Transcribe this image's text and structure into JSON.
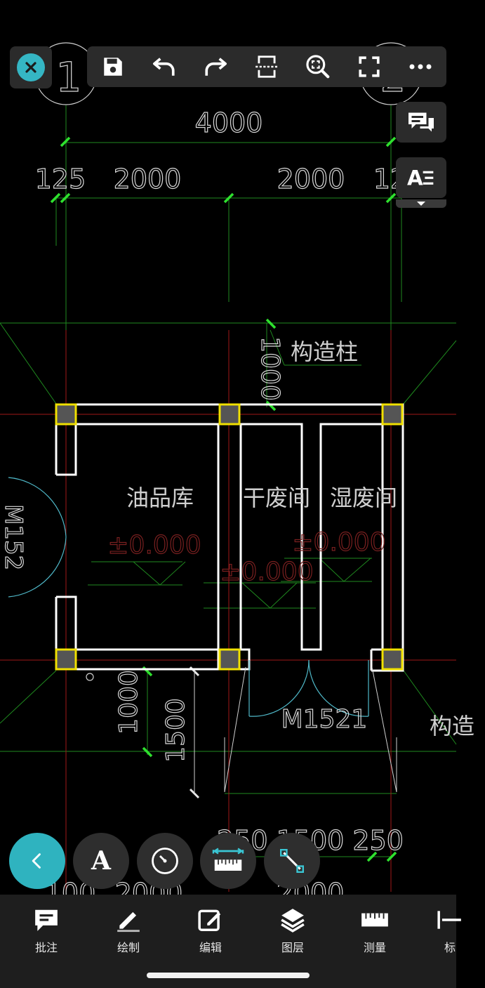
{
  "drawing": {
    "grid_labels": [
      "1",
      "2"
    ],
    "dim_total": "4000",
    "dims_top": [
      "125",
      "2000",
      "2000",
      "12"
    ],
    "dim_vert": "1000",
    "col_label": "构造柱",
    "col_label_right": "构造",
    "rooms": [
      "油品库",
      "干废间",
      "湿废间"
    ],
    "elevations": [
      "±0.000",
      "±0.000",
      "±0.000"
    ],
    "door_left": "M152",
    "door_right": "M1521",
    "dims_lower": [
      "1000",
      "1500"
    ],
    "dims_bottom": "250 1500 250",
    "dims_bottom2": [
      "100",
      "2000",
      "2000"
    ]
  },
  "toolbar": {
    "icons": [
      "save-icon",
      "undo-icon",
      "redo-icon",
      "section-icon",
      "zoom-fit-icon",
      "fullscreen-icon",
      "more-icon"
    ]
  },
  "side": {
    "icons": [
      "comments-icon",
      "text-style-icon"
    ]
  },
  "quick_tools": {
    "icons": [
      "back-icon",
      "text-tool-icon",
      "circle-tool-icon",
      "dimension-tool-icon",
      "line-tool-icon"
    ],
    "text_glyph": "A"
  },
  "bottom_nav": {
    "items": [
      {
        "label": "批注",
        "icon": "annotate-icon"
      },
      {
        "label": "绘制",
        "icon": "draw-icon"
      },
      {
        "label": "编辑",
        "icon": "edit-icon"
      },
      {
        "label": "图层",
        "icon": "layers-icon"
      },
      {
        "label": "测量",
        "icon": "measure-icon"
      },
      {
        "label": "标",
        "icon": "mark-icon"
      }
    ]
  },
  "colors": {
    "accent": "#35b6c4",
    "toolbar_bg": "#2b2b2b",
    "bottom_bg": "#1e1e1e",
    "cad_green": "#1f8a1f",
    "cad_red": "#a01818",
    "cad_yellow": "#e8d800"
  }
}
